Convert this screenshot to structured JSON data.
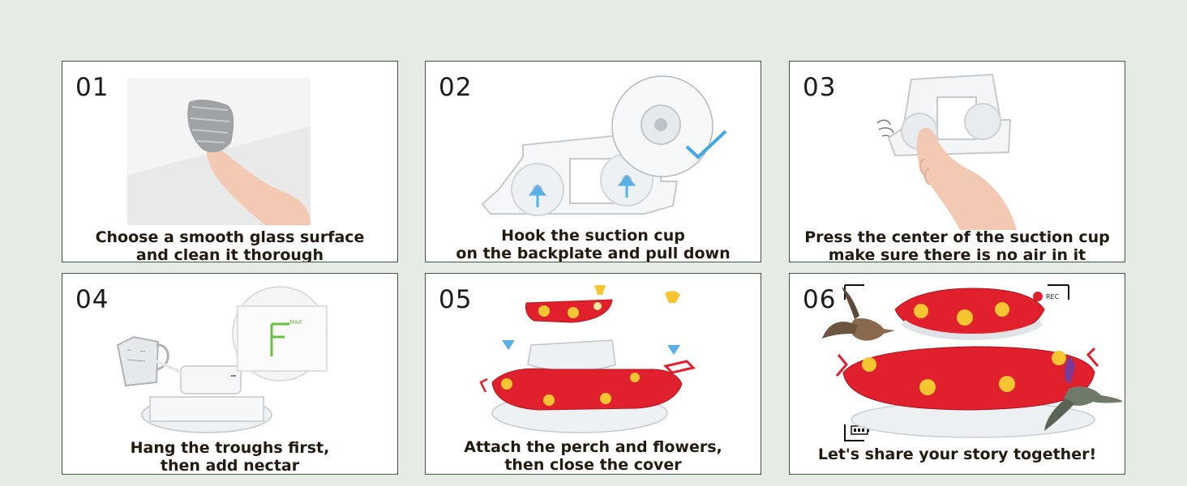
{
  "steps": [
    {
      "number": "01",
      "lines": [
        "Choose a smooth glass surface",
        "and clean it thorough"
      ],
      "icons": [
        "cloth-icon",
        "hand-icon"
      ]
    },
    {
      "number": "02",
      "lines": [
        "Hook the suction cup",
        "on the backplate and pull down"
      ],
      "icons": [
        "backplate-icon",
        "suction-cup-icon",
        "up-arrow-icon",
        "checkmark-icon"
      ]
    },
    {
      "number": "03",
      "lines": [
        "Press the center of the suction cup",
        "make sure there is no air in it"
      ],
      "icons": [
        "backplate-icon",
        "finger-press-icon",
        "air-icon"
      ]
    },
    {
      "number": "04",
      "lines": [
        "Hang the troughs first,",
        "then add nectar"
      ],
      "icons": [
        "pitcher-icon",
        "trough-icon",
        "max-line-icon"
      ]
    },
    {
      "number": "05",
      "lines": [
        "Attach the perch and flowers,",
        "then close the cover"
      ],
      "icons": [
        "flower-cover-icon",
        "down-arrow-icon",
        "perch-icon",
        "feeder-base-icon"
      ]
    },
    {
      "number": "06",
      "lines": [
        "Let's share your story together!"
      ],
      "icons": [
        "hummingbird-icon",
        "feeder-icon",
        "battery-icon",
        "record-icon"
      ]
    }
  ],
  "overlay": {
    "rec_label": "REC",
    "max_label": "MAX"
  },
  "colors": {
    "background": "#e6ebe6",
    "border": "#3e5a3e",
    "feeder_red": "#e0202c",
    "flower_yellow": "#f6c531",
    "arrow_blue": "#5ab1e8",
    "check_blue": "#43a6e6",
    "max_green": "#69c23f"
  }
}
